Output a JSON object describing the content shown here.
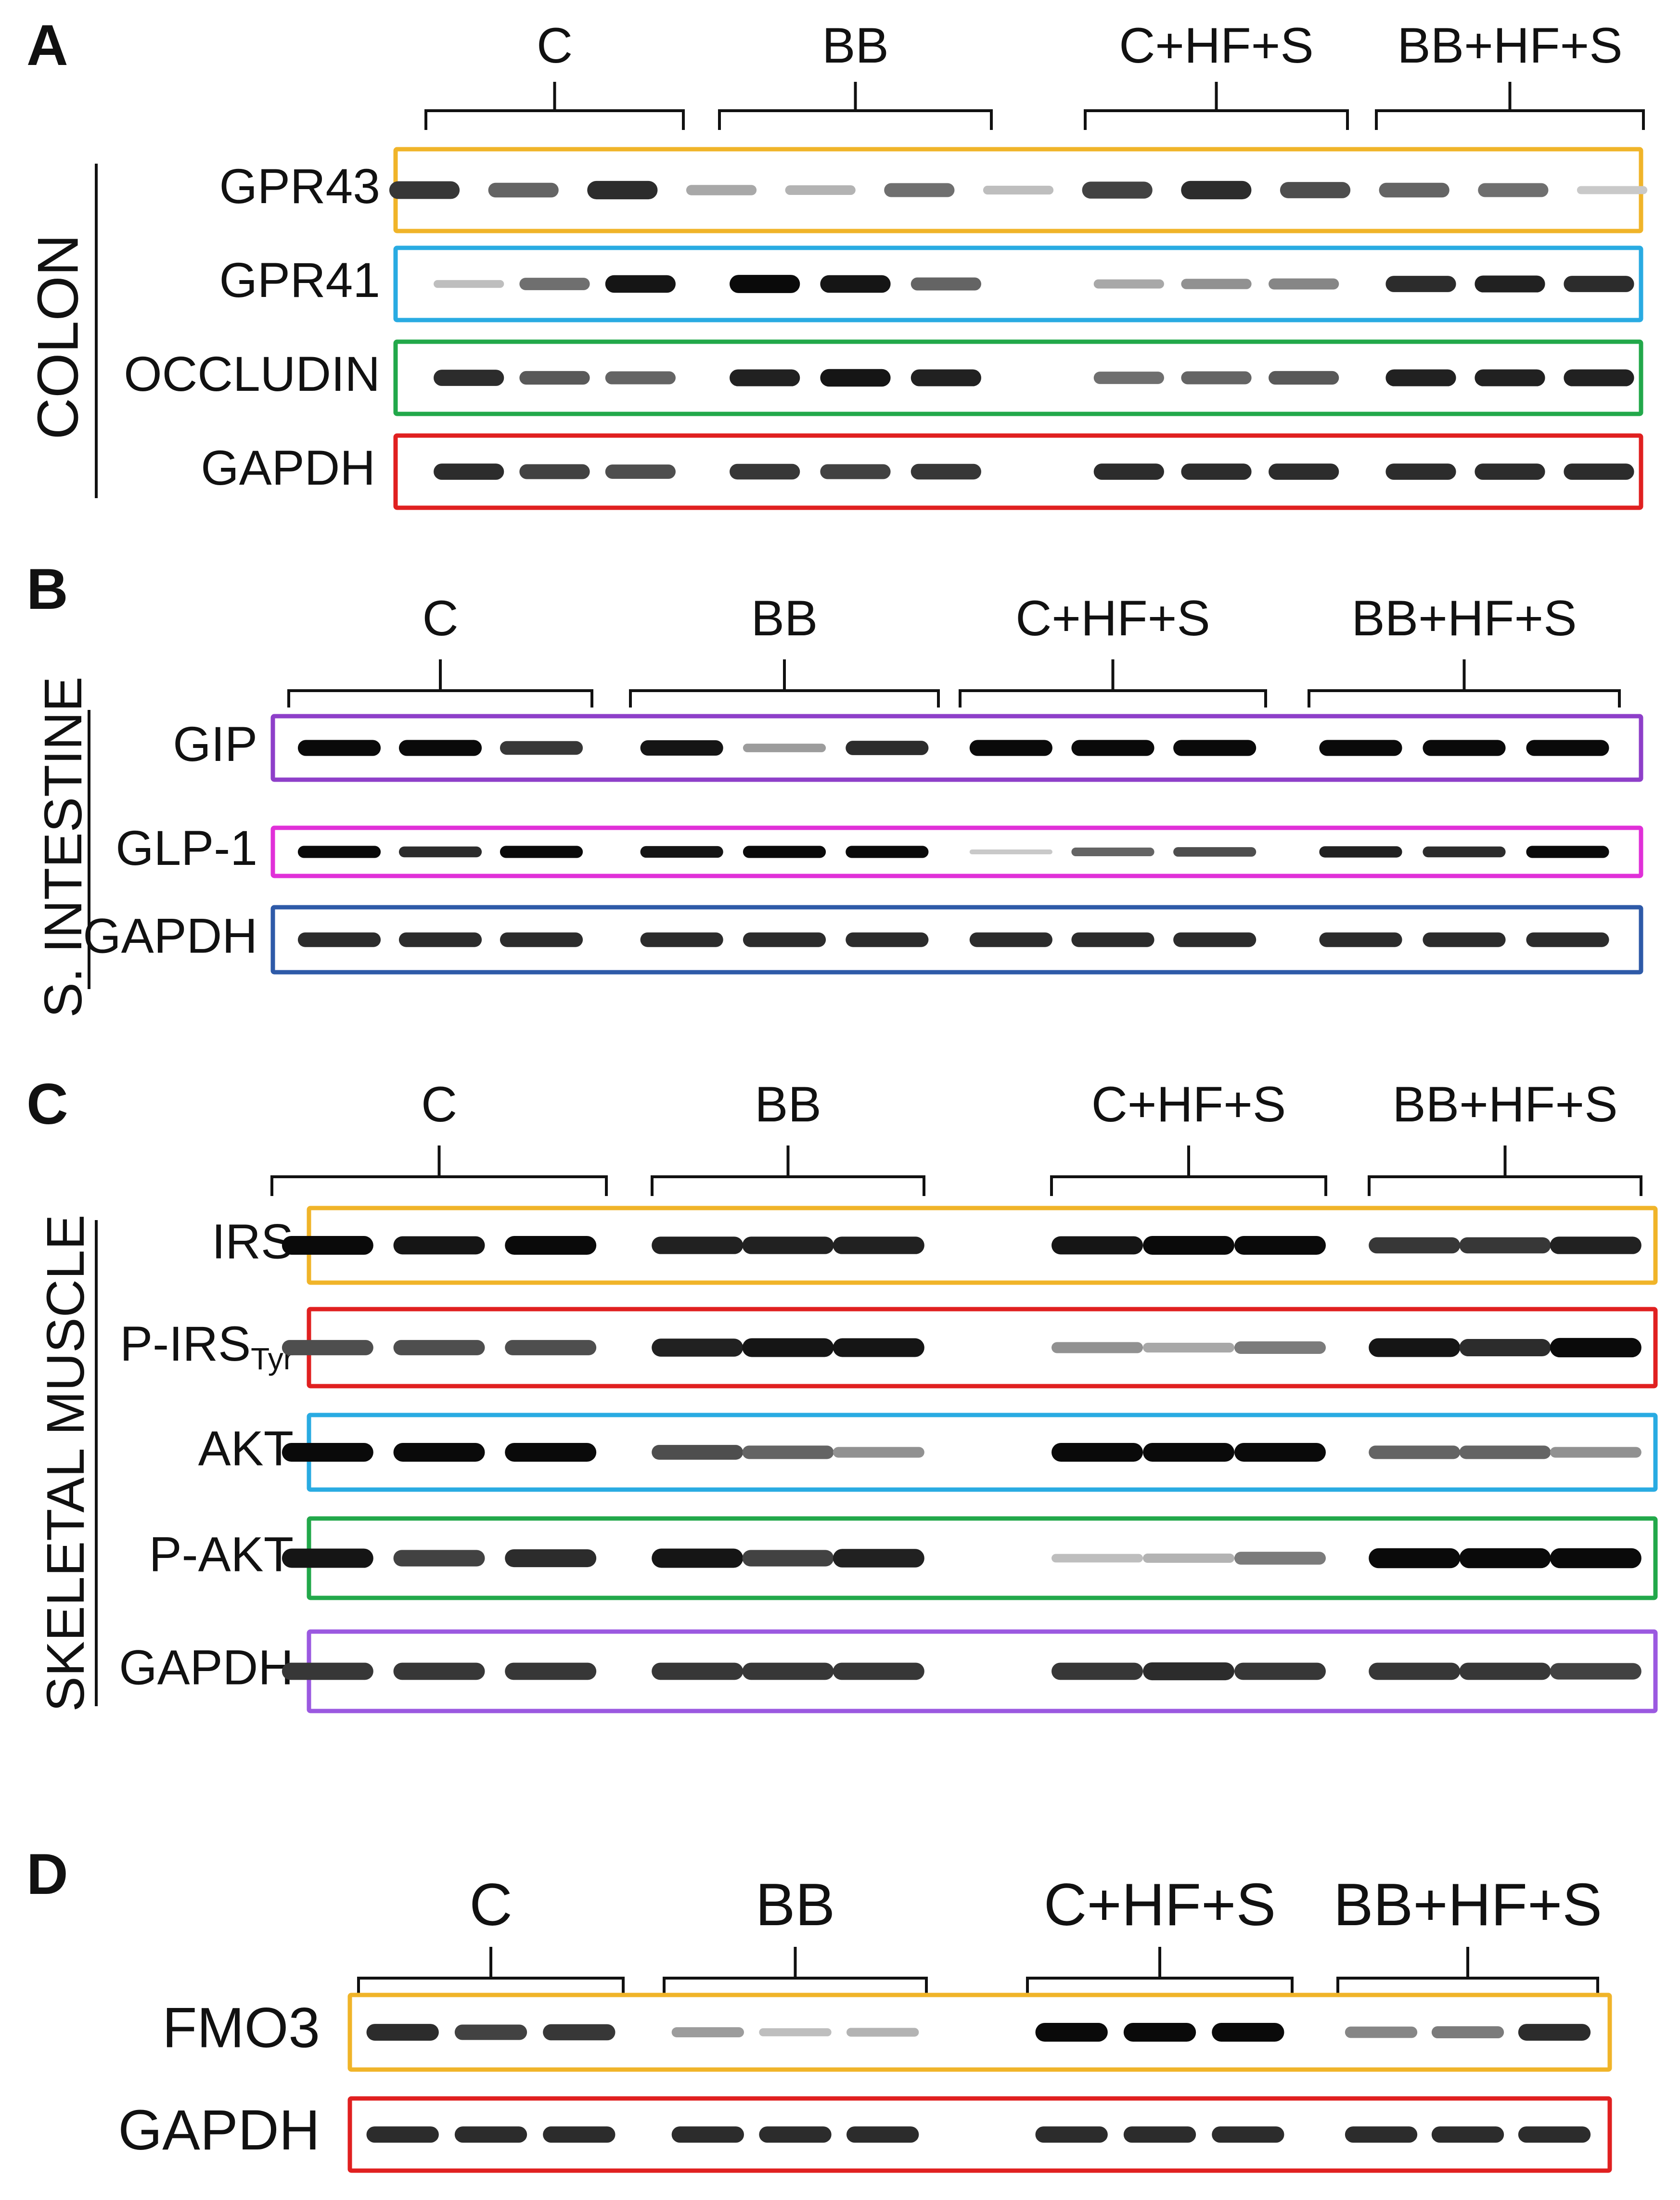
{
  "panels": [
    {
      "letter": "A",
      "tissue": "COLON",
      "groups": [
        "C",
        "BB",
        "C+HF+S",
        "BB+HF+S"
      ],
      "rows": [
        {
          "label": "GPR43",
          "color": "#F0B429",
          "intensity": [
            0.8,
            0.6,
            0.85,
            0.3,
            0.25,
            0.55,
            0.2,
            0.75,
            0.85,
            0.7,
            0.6,
            0.55,
            0.15
          ]
        },
        {
          "label": "GPR41",
          "color": "#29ABE2",
          "intensity": [
            0.2,
            0.55,
            0.95,
            1.0,
            0.95,
            0.6,
            0.3,
            0.4,
            0.45,
            0.85,
            0.9,
            0.85
          ]
        },
        {
          "label": "OCCLUDIN",
          "color": "#22A84A",
          "intensity": [
            0.85,
            0.65,
            0.6,
            0.9,
            0.95,
            0.9,
            0.55,
            0.6,
            0.65,
            0.9,
            0.9,
            0.9
          ]
        },
        {
          "label": "GAPDH",
          "color": "#E02020",
          "intensity": [
            0.85,
            0.75,
            0.7,
            0.8,
            0.75,
            0.8,
            0.85,
            0.85,
            0.85,
            0.85,
            0.85,
            0.85
          ]
        }
      ]
    },
    {
      "letter": "B",
      "tissue": "S. INTESTINE",
      "groups": [
        "C",
        "BB",
        "C+HF+S",
        "BB+HF+S"
      ],
      "rows": [
        {
          "label": "GIP",
          "color": "#8E3FC9",
          "intensity": [
            1.0,
            1.0,
            0.8,
            0.95,
            0.35,
            0.85,
            1.0,
            1.0,
            1.0,
            1.0,
            1.0,
            1.0
          ]
        },
        {
          "label": "GLP-1",
          "color": "#E030D8",
          "intensity": [
            1.0,
            0.85,
            1.0,
            0.95,
            1.0,
            1.0,
            0.15,
            0.6,
            0.7,
            0.9,
            0.85,
            1.0
          ]
        },
        {
          "label": "GAPDH",
          "color": "#2E5AA8",
          "intensity": [
            0.85,
            0.85,
            0.85,
            0.85,
            0.85,
            0.85,
            0.85,
            0.85,
            0.85,
            0.85,
            0.85,
            0.85
          ]
        }
      ]
    },
    {
      "letter": "C",
      "tissue": "SKELETAL  MUSCLE",
      "groups": [
        "C",
        "BB",
        "C+HF+S",
        "BB+HF+S"
      ],
      "rows": [
        {
          "label": "IRS",
          "color": "#F0B429",
          "intensity": [
            1.0,
            0.95,
            1.0,
            0.9,
            0.9,
            0.9,
            0.95,
            1.0,
            1.0,
            0.8,
            0.8,
            0.9
          ]
        },
        {
          "label": "P-IRS",
          "label_sub": "Tyr",
          "color": "#E02020",
          "intensity": [
            0.7,
            0.7,
            0.7,
            0.9,
            0.95,
            0.95,
            0.4,
            0.3,
            0.5,
            0.95,
            0.85,
            1.0
          ]
        },
        {
          "label": "AKT",
          "color": "#29ABE2",
          "intensity": [
            1.0,
            1.0,
            1.0,
            0.7,
            0.6,
            0.4,
            1.0,
            1.0,
            1.0,
            0.6,
            0.6,
            0.4
          ]
        },
        {
          "label": "P-AKT",
          "color": "#22A84A",
          "intensity": [
            0.95,
            0.75,
            0.85,
            0.95,
            0.75,
            0.9,
            0.2,
            0.25,
            0.5,
            1.0,
            1.0,
            1.0
          ]
        },
        {
          "label": "GAPDH",
          "color": "#9B59E0",
          "intensity": [
            0.8,
            0.8,
            0.8,
            0.8,
            0.8,
            0.8,
            0.8,
            0.85,
            0.8,
            0.8,
            0.8,
            0.75
          ]
        }
      ]
    },
    {
      "letter": "D",
      "tissue": "",
      "groups": [
        "C",
        "BB",
        "C+HF+S",
        "BB+HF+S"
      ],
      "rows": [
        {
          "label": "FMO3",
          "color": "#F0B429",
          "intensity": [
            0.85,
            0.75,
            0.8,
            0.35,
            0.2,
            0.25,
            1.0,
            1.0,
            1.0,
            0.45,
            0.5,
            0.85
          ]
        },
        {
          "label": "GAPDH",
          "color": "#E02020",
          "intensity": [
            0.85,
            0.85,
            0.85,
            0.85,
            0.85,
            0.85,
            0.85,
            0.85,
            0.85,
            0.85,
            0.85,
            0.85
          ]
        }
      ]
    }
  ]
}
